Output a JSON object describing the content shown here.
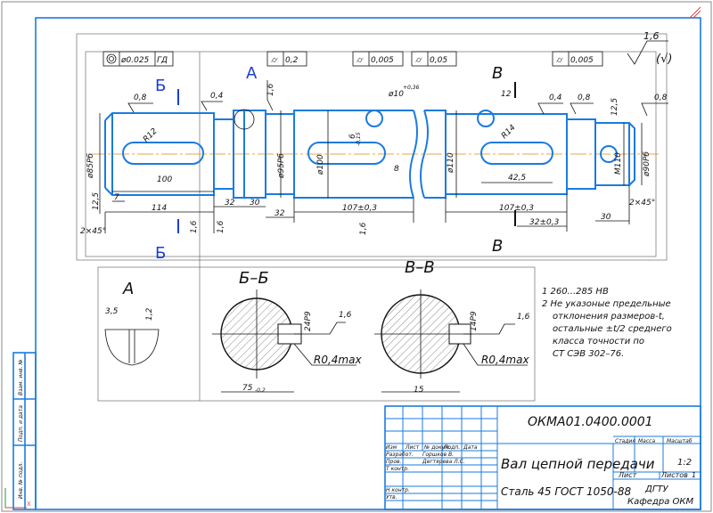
{
  "drawing": {
    "section_labels": {
      "b_top": "Б",
      "b_bottom": "Б",
      "a_view": "А",
      "v_top": "В",
      "v_bottom": "В"
    },
    "views": {
      "a_title": "А",
      "bb_title": "Б–Б",
      "vv_title": "В–В"
    },
    "tolerances": {
      "t1": "0.025",
      "t1_base": "ГД",
      "t2": "0,2",
      "t3": "0,005",
      "t4": "0,05",
      "t5": "0,005"
    },
    "roughness": {
      "general": "1,6",
      "general_paren": "(√)",
      "r1": "0,8",
      "r2": "0,4",
      "r3": "1,6",
      "r4": "0,4",
      "r5": "0,8",
      "r6": "12,5",
      "r7": "0,8",
      "r8": "1,6",
      "r9": "12,5",
      "r10": "1,6",
      "r11": "1,6",
      "r12": "1,6",
      "r13": "1,6"
    },
    "dimensions": {
      "d85": "ø85Рб",
      "d95": "ø95Рб",
      "d100": "ø100",
      "d110": "ø110",
      "d90": "ø90Рб",
      "m110": "М110",
      "r12": "R12",
      "r14": "R14",
      "l100": "100",
      "l114": "114",
      "l7": "7",
      "l32a": "32",
      "l30a": "30",
      "l32b": "32",
      "l107a": "107±0,3",
      "l107b": "107±0,3",
      "l42": "42,5",
      "l32c": "32±0,3",
      "l30b": "30",
      "ch1": "2×45°",
      "ch2": "2×45°",
      "slot_depth": "6",
      "slot_tol": "-0,15",
      "w8": "8",
      "w12": "12",
      "d10": "ø10",
      "d10_tol": "+0,36",
      "l12_5": "12,5",
      "l1_6": "1,6",
      "a35": "3,5",
      "a12": "1,2",
      "bb_w": "24Р9",
      "bb_d": "75",
      "bb_d_tol": "-0,2",
      "vv_w": "14Р9",
      "vv_d": "15",
      "rmax1": "R0,4max",
      "rmax2": "R0,4max"
    },
    "notes": [
      "1 260...285 НВ",
      "2 Не указоные предельные",
      "отклонения размеров-t,",
      "остальные ±t/2 среднего",
      "класса точности по",
      "СТ СЭВ 302–76."
    ]
  },
  "title_block": {
    "code": "ОКМА01.0400.0001",
    "name": "Вал цепной передачи",
    "material": "Сталь 45 ГОСТ 1050-88",
    "stage_label": "Стадия",
    "mass_label": "Масса",
    "scale_label": "Масштаб",
    "scale_value": "1:2",
    "sheet_label": "Лист",
    "sheets_label": "Листов",
    "sheets_value": "1",
    "org1": "ДГТУ",
    "org2": "Кафедра ОКМ",
    "col_headers": [
      "Изм",
      "Лист",
      "№ докум.",
      "Подп.",
      "Дата"
    ],
    "rows": [
      {
        "role": "Разработ.",
        "name": "Горшков В."
      },
      {
        "role": "Пров.",
        "name": "Дегтярева Л.С."
      },
      {
        "role": "Т контр.",
        "name": ""
      },
      {
        "role": "",
        "name": ""
      },
      {
        "role": "Н контр.",
        "name": ""
      },
      {
        "role": "Утв.",
        "name": ""
      }
    ]
  },
  "side_stamps": [
    "Взам. инв. №",
    "Подп. и дата",
    "Инв. № подл."
  ]
}
